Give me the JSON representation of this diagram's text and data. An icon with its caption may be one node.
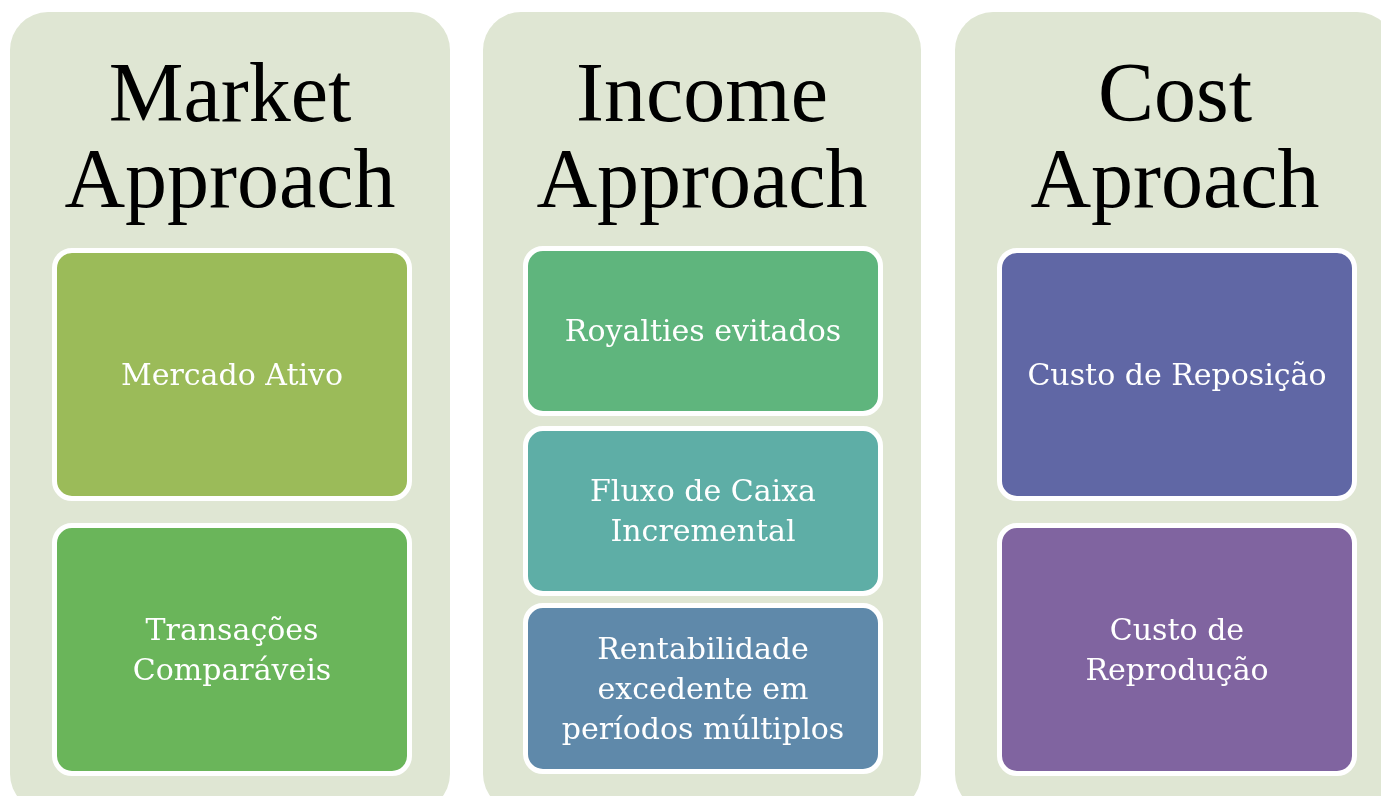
{
  "diagram": {
    "nodes": [
      {
        "text": [
          "Market Approach"
        ]
      },
      {
        "text": [
          "Mercado Ativo"
        ],
        "in": 0
      },
      {
        "text": [
          "Transações Comparáveis"
        ],
        "in": 0
      },
      {
        "text": [
          "Income Approach"
        ]
      },
      {
        "text": [
          "Royalties evitados"
        ],
        "in": 3
      },
      {
        "text": [
          "Fluxo de Caixa Incremental"
        ],
        "in": 3
      },
      {
        "text": [
          "Rentabilidade excedente em períodos múltiplos"
        ],
        "in": 3
      },
      {
        "text": [
          "Cost Aproach"
        ]
      },
      {
        "text": [
          "Custo de Reposição"
        ],
        "in": 7
      },
      {
        "text": [
          "Custo de Reprodução"
        ],
        "in": 7
      }
    ]
  }
}
